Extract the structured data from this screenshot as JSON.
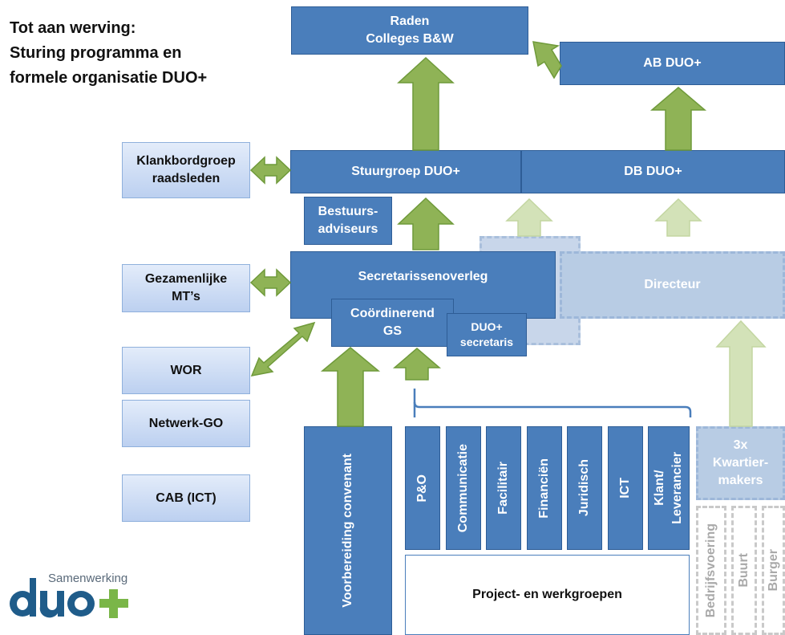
{
  "title": {
    "line1": "Tot aan werving:",
    "line2": "Sturing programma en",
    "line3": "formele organisatie DUO+"
  },
  "top": {
    "raden": "Raden\nColleges B&W",
    "ab_duo": "AB DUO+"
  },
  "middle": {
    "stuurgroep": "Stuurgroep DUO+",
    "db_duo": "DB DUO+",
    "bestuursadviseurs": "Bestuurs-\nadviseurs",
    "secretarissenoverleg": "Secretarissenoverleg",
    "coordinerend_gs": "Coördinerend\nGS",
    "duo_secretaris": "DUO+\nsecretaris",
    "directeur": "Directeur"
  },
  "left_groups": {
    "klankbordgroep": "Klankbordgroep\nraadsleden",
    "gezamenlijke_mts": "Gezamenlijke\nMT’s",
    "wor": "WOR",
    "netwerk_go": "Netwerk-GO",
    "cab_ict": "CAB (ICT)"
  },
  "bottom": {
    "voorbereiding": "Voorbereiding convenant",
    "columns": [
      "P&O",
      "Communicatie",
      "Facilitair",
      "Financiën",
      "Juridisch",
      "ICT",
      "Klant/\nLeverancier"
    ],
    "project_werkgroepen": "Project- en werkgroepen",
    "kwartiermakers": "3x\nKwartier-\nmakers",
    "faded_columns": [
      "Bedrijfsvoering",
      "Buurt",
      "Burger"
    ]
  },
  "logo": {
    "small_text": "Samenwerking",
    "big_text": "duo+",
    "colors": {
      "dark": "#1f5c8a",
      "green": "#7ab648"
    }
  },
  "colors": {
    "box_fill": "#4a7ebb",
    "arrow_green": "#8fb356",
    "arrow_faded": "#d3e2b8",
    "light_box": "#d6e2f5"
  }
}
